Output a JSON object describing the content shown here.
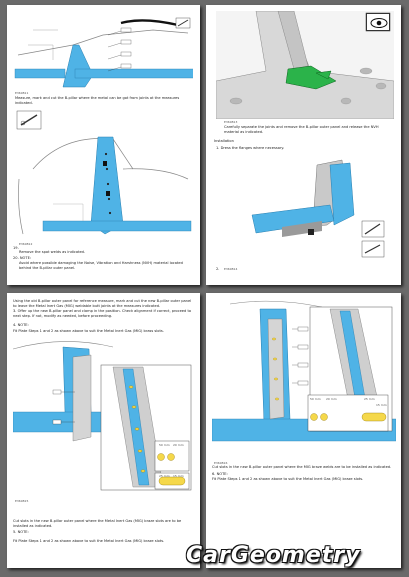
{
  "page1": {
    "fig1_caption": "E369811",
    "text1": "Measure, mark and cut the B-pillar where the metal can be got from joints at the measures indicated.",
    "fig2_caption": "E369812",
    "step_19": "19.",
    "text2": "Remove the spot welds as indicated.",
    "step_20": "20. NOTE:",
    "text3": "Avoid where possible damaging the Noise, Vibration and Harshness (NVH) material located behind the B-pillar outer panel."
  },
  "page2": {
    "fig1_caption": "E369813",
    "text1": "Carefully separate the joints and remove the B-pillar outer panel and release the NVH material as indicated.",
    "section": "Installation",
    "step_1": "1. Dress the flanges where necessary.",
    "fig2_caption": "E369814",
    "step_2": "2."
  },
  "page3": {
    "text1": "Using the old B-pillar outer panel for reference measure, mark and cut the new B-pillar outer panel to leave the Metal Inert Gas (MIG) weldable butt joints at the measures indicated.",
    "step_3": "3. Offer up the new B-pillar panel and clamp in the position. Check alignment if correct, proceed to next step. If not, modify as needed, before proceeding.",
    "step_4": "4. NOTE:",
    "text2": "Fit Plate Steps 1 and 2 as shown above to suit the Metal Inert Gas (MIG) brass slots.",
    "dim_a": "50 mm",
    "dim_b": "20 mm",
    "dim_c": "25 mm",
    "dim_d": "15 mm",
    "fig_caption": "E369815",
    "text3": "Cut slots in the new B-pillar outer panel where the Metal Inert Gas (MIG) braze slots are to be installed as indicated.",
    "step_5": "5. NOTE:",
    "text4": "Fit Plate Steps 1 and 2 as shown above to suit the Metal Inert Gas (MIG) braze slots."
  },
  "page4": {
    "dim_a": "50 mm",
    "dim_b": "20 mm",
    "dim_c": "25 mm",
    "dim_d": "15 mm",
    "fig_caption": "E369816",
    "text1": "Cut slots in the new B-pillar outer panel where the MIG braze welds are to be installed as indicated.",
    "step_6": "6. NOTE:",
    "text2": "Fit Plate Steps 1 and 2 as shown above to suit the Metal Inert Gas (MIG) braze slots."
  },
  "watermark": "CarGeometry",
  "colors": {
    "panel_blue": "#4fb3e6",
    "weld_yellow": "#f5d84a",
    "clip_green": "#2bb34a"
  }
}
